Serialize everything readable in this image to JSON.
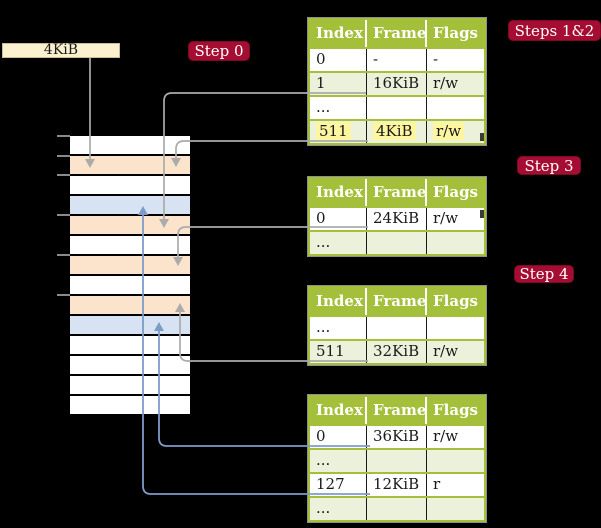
{
  "frame_label": {
    "text": "4KiB"
  },
  "step_labels": [
    {
      "id": "step0",
      "text": "Step 0"
    },
    {
      "id": "steps12",
      "text": "Steps 1&2"
    },
    {
      "id": "step3",
      "text": "Step 3"
    },
    {
      "id": "step4",
      "text": "Step 4"
    }
  ],
  "memory_column": {
    "description": "physical memory frames, 4KiB each, top to bottom",
    "rows": [
      "white",
      "orange",
      "white",
      "blue",
      "orange",
      "white",
      "orange",
      "white",
      "orange",
      "blue",
      "white",
      "white",
      "white",
      "white"
    ]
  },
  "tables": [
    {
      "id": "p4",
      "headers": [
        "Index",
        "Frame",
        "Flags"
      ],
      "rows": [
        {
          "cells": [
            "0",
            "-",
            "-"
          ],
          "highlight": false
        },
        {
          "cells": [
            "1",
            "16KiB",
            "r/w"
          ],
          "highlight": false
        },
        {
          "cells": [
            "...",
            "",
            ""
          ],
          "highlight": false
        },
        {
          "cells": [
            "511",
            "4KiB",
            "r/w"
          ],
          "highlight": true
        }
      ]
    },
    {
      "id": "p3",
      "headers": [
        "Index",
        "Frame",
        "Flags"
      ],
      "rows": [
        {
          "cells": [
            "0",
            "24KiB",
            "r/w"
          ],
          "highlight": false
        },
        {
          "cells": [
            "...",
            "",
            ""
          ],
          "highlight": false
        }
      ]
    },
    {
      "id": "p2",
      "headers": [
        "Index",
        "Frame",
        "Flags"
      ],
      "rows": [
        {
          "cells": [
            "...",
            "",
            ""
          ],
          "highlight": false
        },
        {
          "cells": [
            "511",
            "32KiB",
            "r/w"
          ],
          "highlight": false
        }
      ]
    },
    {
      "id": "p1",
      "headers": [
        "Index",
        "Frame",
        "Flags"
      ],
      "rows": [
        {
          "cells": [
            "0",
            "36KiB",
            "r/w"
          ],
          "highlight": false
        },
        {
          "cells": [
            "...",
            "",
            ""
          ],
          "highlight": false
        },
        {
          "cells": [
            "127",
            "12KiB",
            "r"
          ],
          "highlight": false
        },
        {
          "cells": [
            "...",
            "",
            ""
          ],
          "highlight": false
        }
      ]
    }
  ],
  "colors": {
    "accent_green": "#a4bf3a",
    "row_light_green": "#ecf1db",
    "row_orange": "#fce3cb",
    "row_blue": "#d7e3f3",
    "badge_red": "#a60d32",
    "highlight_yellow": "#fdf6a0",
    "line_gray": "#ababab",
    "line_blue": "#7e9cc8",
    "frame_label_bg": "#fbf1cf"
  }
}
